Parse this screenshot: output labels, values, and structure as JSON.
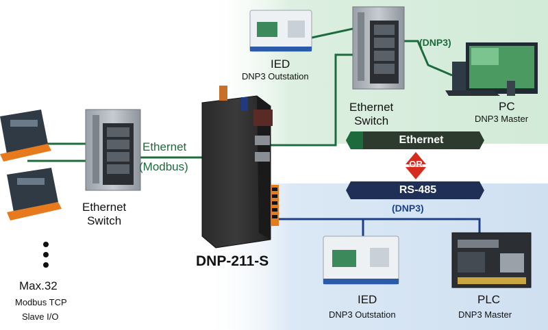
{
  "product": {
    "name": "DNP-211-S"
  },
  "left": {
    "switch": "Ethernet\nSwitch",
    "ethernet": "Ethernet",
    "modbus": "(Modbus)",
    "max": "Max.32",
    "modbus_tcp": "Modbus TCP",
    "slave_io": "Slave I/O"
  },
  "top": {
    "ied_title": "IED",
    "ied_sub": "DNP3 Outstation",
    "switch": "Ethernet\nSwitch",
    "dnp3": "(DNP3)",
    "pc_title": "PC",
    "pc_sub": "DNP3 Master",
    "bar_label": "Ethernet"
  },
  "or_label": "OR",
  "bottom": {
    "bar_label": "RS-485",
    "dnp3": "(DNP3)",
    "ied_title": "IED",
    "ied_sub": "DNP3 Outstation",
    "plc_title": "PLC",
    "plc_sub": "DNP3 Master"
  },
  "colors": {
    "ethernet_line": "#1d6b3c",
    "rs485_line": "#1d3f8a",
    "or_red": "#d62b1f",
    "green_bg": "#dcefe0",
    "blue_bg": "#dbe8f5"
  }
}
